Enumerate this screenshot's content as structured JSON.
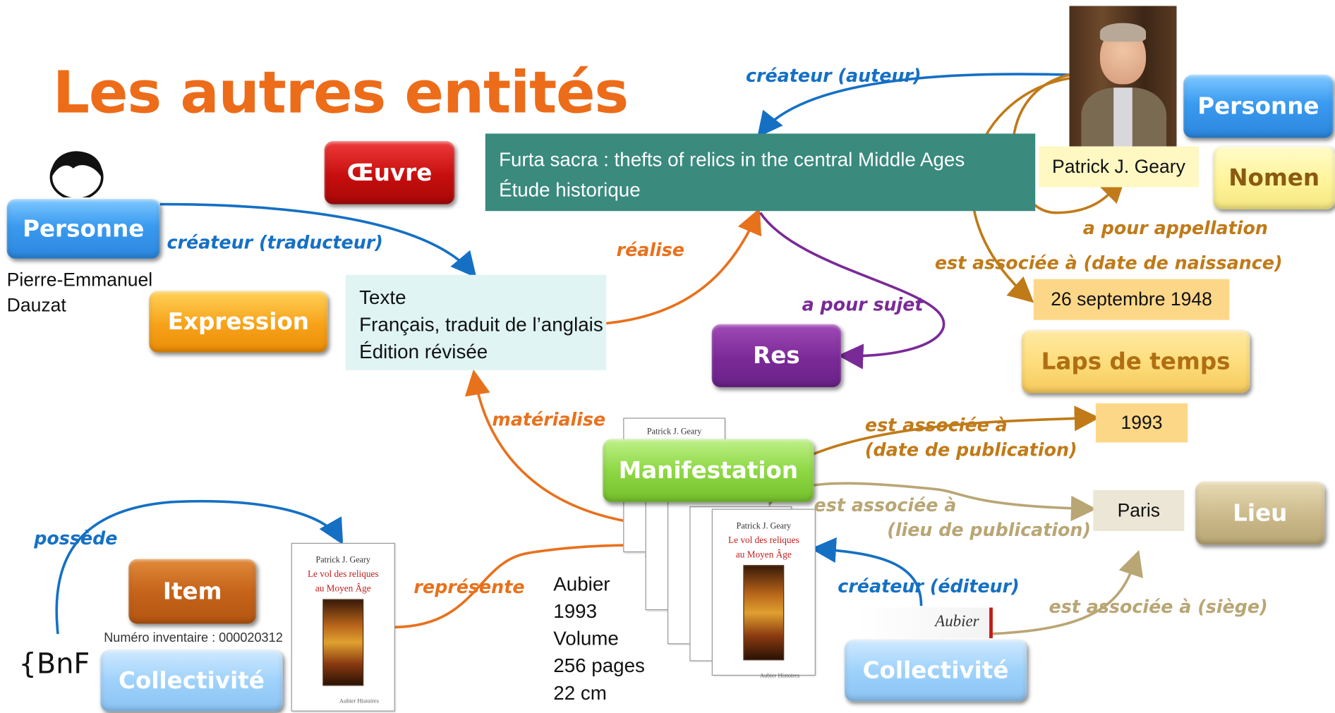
{
  "title": "Les autres entités",
  "entities": {
    "personne_left": "Personne",
    "oeuvre": "Œuvre",
    "expression": "Expression",
    "res": "Res",
    "manifestation": "Manifestation",
    "item": "Item",
    "collectivite_left": "Collectivité",
    "collectivite_right": "Collectivité",
    "personne_right": "Personne",
    "nomen": "Nomen",
    "laps_de_temps": "Laps de temps",
    "lieu": "Lieu"
  },
  "relations": {
    "createur_auteur": "créateur (auteur)",
    "createur_traducteur": "créateur (traducteur)",
    "realise": "réalise",
    "a_pour_sujet": "a pour sujet",
    "materialise": "matérialise",
    "a_pour_appellation": "a pour appellation",
    "date_naissance": "est associée à (date de naissance)",
    "date_publication_1": "est associée à",
    "date_publication_2": "(date de publication)",
    "lieu_publication_1": "est associée à",
    "lieu_publication_2": "(lieu de publication)",
    "createur_editeur": "créateur (éditeur)",
    "siege": "est associée à (siège)",
    "represente": "représente",
    "possede": "possède"
  },
  "values": {
    "work_title": [
      "Furta sacra : thefts of relics in the central Middle Ages",
      "Étude historique"
    ],
    "expression": [
      "Texte",
      "Français, traduit de l’anglais",
      "Édition révisée"
    ],
    "translator": [
      "Pierre-Emmanuel",
      "Dauzat"
    ],
    "author_name": "Patrick J. Geary",
    "birth_date": "26 septembre 1948",
    "pub_year": "1993",
    "place": "Paris",
    "manifestation": [
      "Aubier",
      "1993",
      "Volume",
      "256 pages",
      "22 cm"
    ],
    "inventory": "Numéro inventaire : 000020312",
    "bnf": "BnF",
    "publisher_logo": "Aubier"
  },
  "book": {
    "author": "Patrick J. Geary",
    "title_line1": "Le vol des reliques",
    "title_line2": "au Moyen Âge",
    "publisher": "Aubier Histoires"
  },
  "colors": {
    "title": "#ec6c1a",
    "blue": "#2b86dc",
    "orange": "#e8711c",
    "purple": "#7a2a97",
    "brown": "#c07a18",
    "khaki": "#b9a675",
    "teal": "#3a8a7e"
  }
}
